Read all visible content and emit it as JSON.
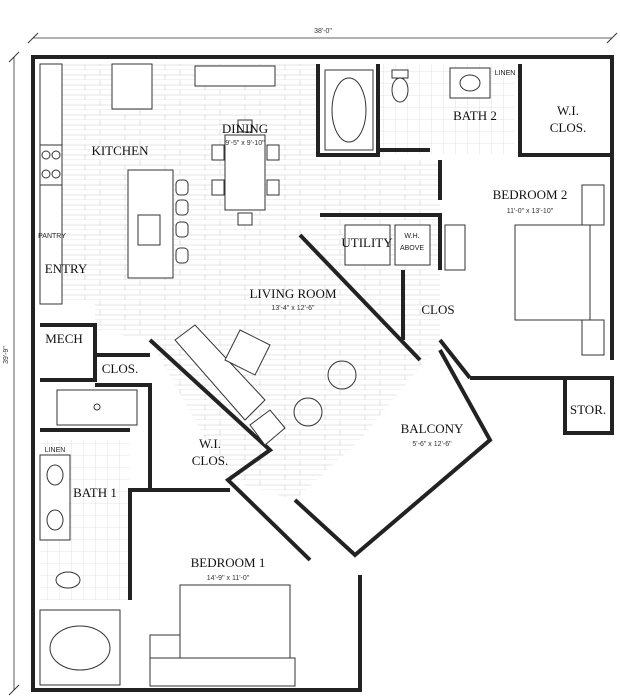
{
  "plan": {
    "overall_width": "38'-0\"",
    "overall_depth": "39'-9\"",
    "rooms": {
      "kitchen": {
        "label": "KITCHEN"
      },
      "dining": {
        "label": "DINING",
        "size": "9'-5\" x 9'-10\""
      },
      "pantry": {
        "label": "PANTRY"
      },
      "entry": {
        "label": "ENTRY"
      },
      "mech": {
        "label": "MECH"
      },
      "clos_entry": {
        "label": "CLOS."
      },
      "living": {
        "label": "LIVING ROOM",
        "size": "13'-4\" x 12'-6\""
      },
      "utility": {
        "label": "UTILITY"
      },
      "water_heater": {
        "label_line1": "W.H.",
        "label_line2": "ABOVE"
      },
      "bedroom2": {
        "label": "BEDROOM 2",
        "size": "11'-0\" x 13'-10\""
      },
      "bath2": {
        "label": "BATH 2"
      },
      "linen2": {
        "label": "LINEN"
      },
      "wic2": {
        "label_line1": "W.I.",
        "label_line2": "CLOS."
      },
      "clos_bed2": {
        "label": "CLOS"
      },
      "balcony": {
        "label": "BALCONY",
        "size": "5'-6\" x 12'-6\""
      },
      "storage": {
        "label": "STOR."
      },
      "wic1": {
        "label_line1": "W.I.",
        "label_line2": "CLOS."
      },
      "bath1": {
        "label": "BATH 1"
      },
      "linen1": {
        "label": "LINEN"
      },
      "bedroom1": {
        "label": "BEDROOM 1",
        "size": "14'-9\" x 11'-0\""
      }
    }
  }
}
